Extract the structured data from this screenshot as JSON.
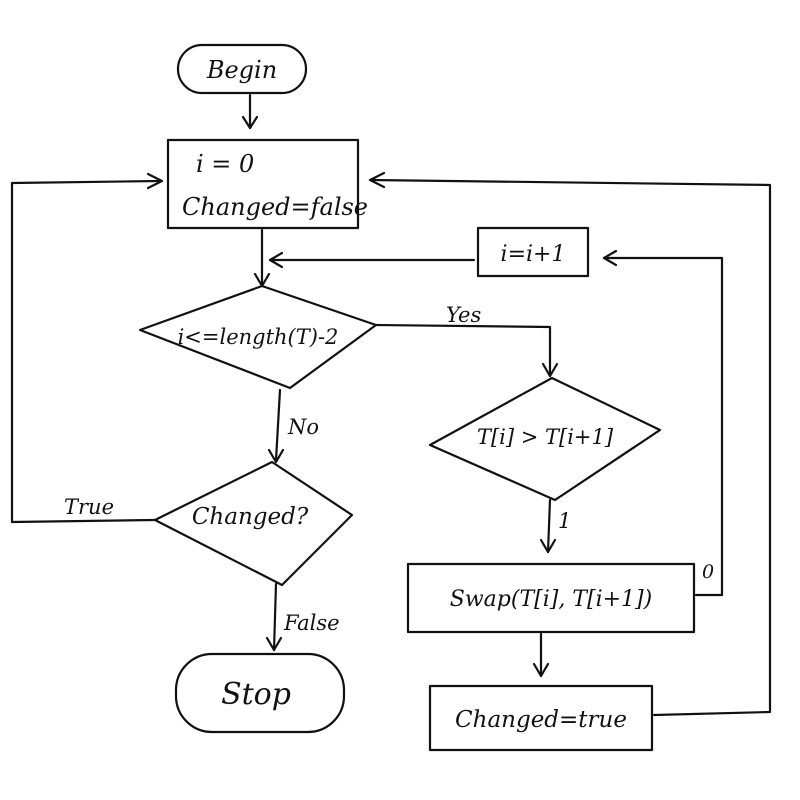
{
  "flowchart": {
    "begin": "Begin",
    "init_line1": "i = 0",
    "init_line2": "Changed=false",
    "loop_condition": "i<=length(T)-2",
    "yes_label": "Yes",
    "no_label": "No",
    "compare": "T[i] > T[i+1]",
    "compare_true_label": "1",
    "compare_false_label": "0",
    "swap": "Swap(T[i], T[i+1])",
    "increment": "i=i+1",
    "changed_check": "Changed?",
    "true_label": "True",
    "false_label": "False",
    "set_changed": "Changed=true",
    "stop": "Stop"
  }
}
